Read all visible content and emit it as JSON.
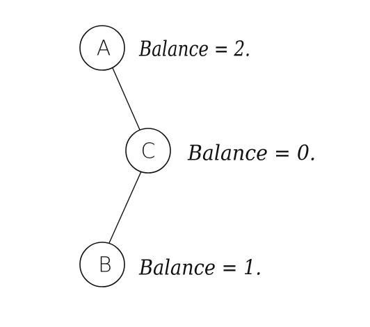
{
  "nodes": {
    "a": {
      "label": "A",
      "annotation": "Balance = 2."
    },
    "c": {
      "label": "C",
      "annotation": "Balance = 0."
    },
    "b": {
      "label": "B",
      "annotation": "Balance = 1."
    }
  },
  "edges": [
    {
      "from": "A",
      "to": "C"
    },
    {
      "from": "C",
      "to": "B"
    }
  ],
  "colors": {
    "ink": "#111111",
    "background": "#ffffff"
  }
}
